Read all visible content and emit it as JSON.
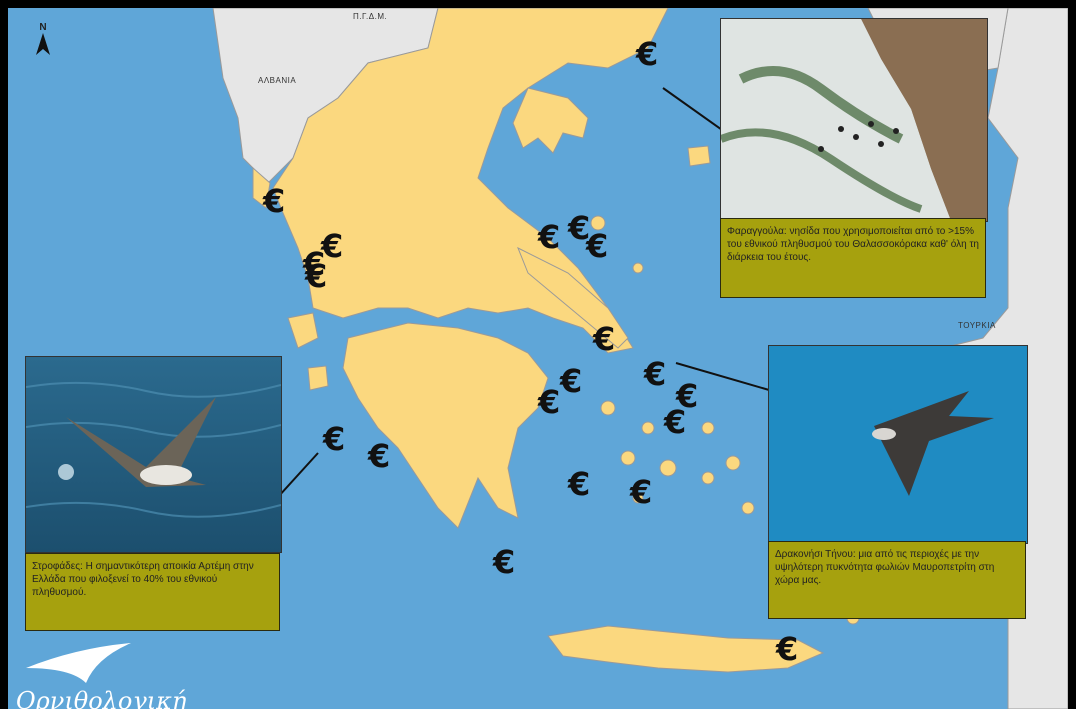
{
  "labels": {
    "fyrom": "Π.Γ.Δ.Μ.",
    "albania": "ΑΛΒΑΝΙΑ",
    "turkey": "ΤΟΥΡΚΙΑ",
    "north": "N"
  },
  "captions": {
    "west": "Στροφάδες: Η σημαντικότερη αποικία Αρτέμη στην Ελλάδα που φιλοξενεί το 40% του εθνικού πληθυσμού.",
    "northeast": "Φαραγγούλα: νησίδα που χρησιμοποιείται από το >15% του εθνικού πληθυσμού του Θαλασσοκόρακα καθ' όλη τη διάρκεια του έτους.",
    "east": "Δρακονήσι Τήνου: μια από τις περιοχές με την υψηλότερη πυκνότητα φωλιών Μαυροπετρίτη στη χώρα μας."
  },
  "marker_symbol": "€",
  "logo_text": "Ορνιθολογική",
  "colors": {
    "sea": "#5fa6d8",
    "land_greece": "#fbd87f",
    "land_other": "#e6e6e6",
    "caption_bg": "#a6a10e"
  }
}
